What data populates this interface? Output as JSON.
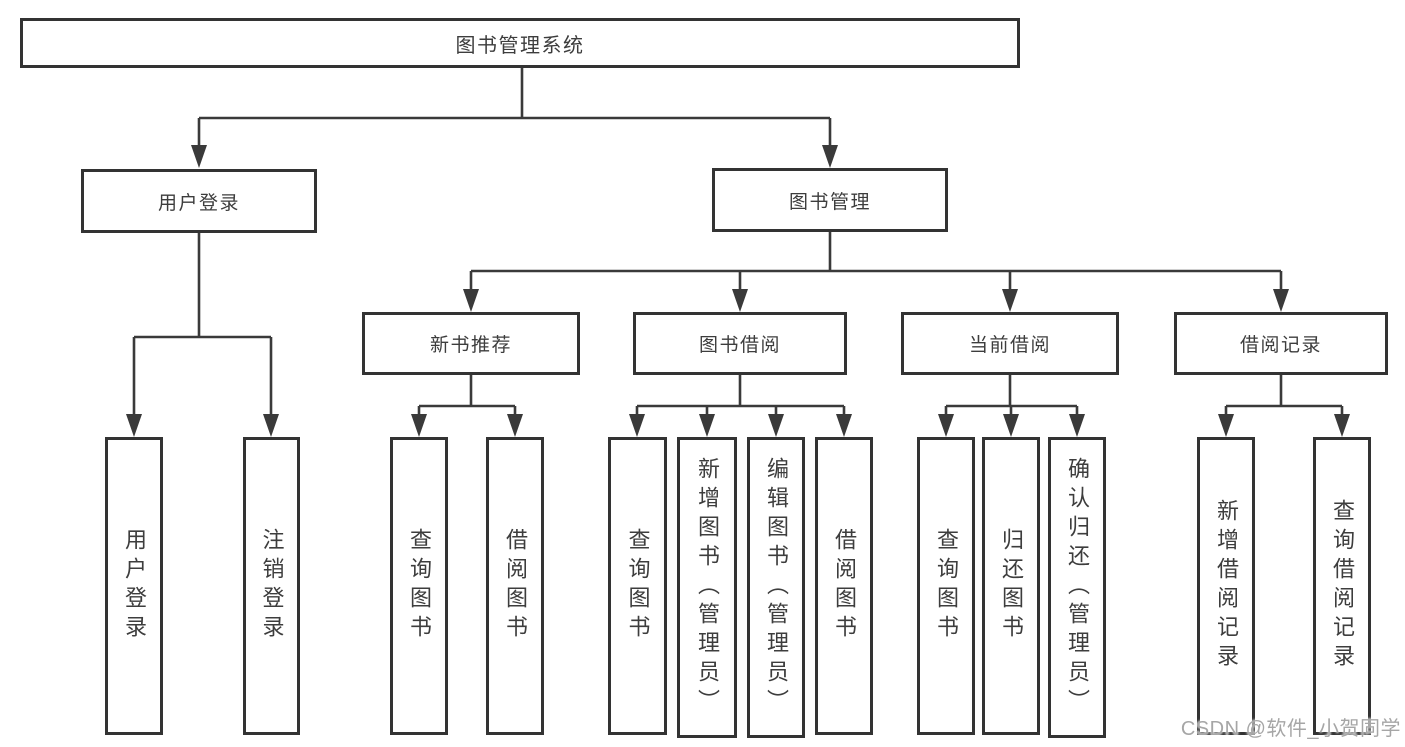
{
  "diagram": {
    "root": {
      "label": "图书管理系统"
    },
    "branches": {
      "user_login": {
        "label": "用户登录",
        "children": [
          {
            "label": "用户登录"
          },
          {
            "label": "注销登录"
          }
        ]
      },
      "book_management": {
        "label": "图书管理",
        "children": [
          {
            "label": "新书推荐",
            "children": [
              {
                "label": "查询图书"
              },
              {
                "label": "借阅图书"
              }
            ]
          },
          {
            "label": "图书借阅",
            "children": [
              {
                "label": "查询图书"
              },
              {
                "label": "新增图书（管理员）"
              },
              {
                "label": "编辑图书（管理员）"
              },
              {
                "label": "借阅图书"
              }
            ]
          },
          {
            "label": "当前借阅",
            "children": [
              {
                "label": "查询图书"
              },
              {
                "label": "归还图书"
              },
              {
                "label": "确认归还（管理员）"
              }
            ]
          },
          {
            "label": "借阅记录",
            "children": [
              {
                "label": "新增借阅记录"
              },
              {
                "label": "查询借阅记录"
              }
            ]
          }
        ]
      }
    }
  },
  "watermark": {
    "text": "CSDN @软件_小贺同学"
  },
  "colors": {
    "background": "#ffffff",
    "border": "#333333",
    "text": "#3d3d3d",
    "line": "#3a3a3a",
    "watermark": "#a6a6a6"
  }
}
